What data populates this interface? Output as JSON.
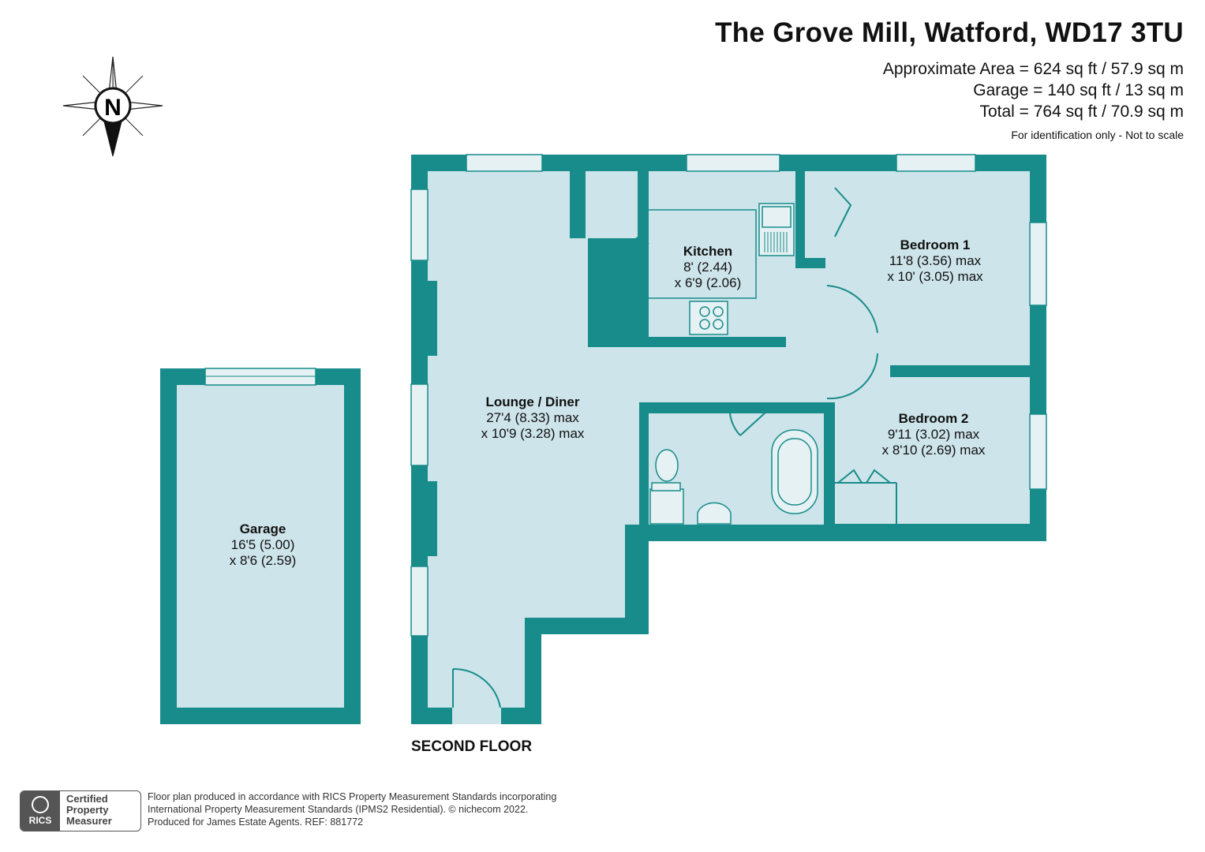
{
  "header": {
    "title": "The Grove Mill, Watford, WD17 3TU",
    "area_lines": [
      "Approximate Area = 624 sq ft / 57.9 sq m",
      "Garage = 140 sq ft / 13 sq m",
      "Total = 764 sq ft / 70.9 sq m"
    ],
    "note": "For identification only - Not to scale"
  },
  "compass": {
    "letter": "N"
  },
  "rooms": {
    "lounge": {
      "name": "Lounge / Diner",
      "dim1": "27'4 (8.33) max",
      "dim2": "x 10'9 (3.28) max"
    },
    "kitchen": {
      "name": "Kitchen",
      "dim1": "8' (2.44)",
      "dim2": "x 6'9 (2.06)"
    },
    "bedroom1": {
      "name": "Bedroom 1",
      "dim1": "11'8 (3.56) max",
      "dim2": "x 10' (3.05) max"
    },
    "bedroom2": {
      "name": "Bedroom 2",
      "dim1": "9'11 (3.02) max",
      "dim2": "x 8'10 (2.69) max"
    },
    "garage": {
      "name": "Garage",
      "dim1": "16'5 (5.00)",
      "dim2": "x 8'6 (2.59)"
    }
  },
  "floor_label": "SECOND FLOOR",
  "footer": {
    "badge_label": "RICS",
    "cert_lines": [
      "Certified",
      "Property",
      "Measurer"
    ],
    "lines": [
      "Floor plan produced in accordance with RICS Property Measurement Standards incorporating",
      "International Property Measurement Standards (IPMS2 Residential).   © nichecom 2022.",
      "Produced for James Estate Agents.   REF: 881772"
    ]
  },
  "colors": {
    "wall": "#178c8a",
    "floor": "#cde4ea",
    "window": "#e6f1f4",
    "fixture": "#2a7f86"
  }
}
